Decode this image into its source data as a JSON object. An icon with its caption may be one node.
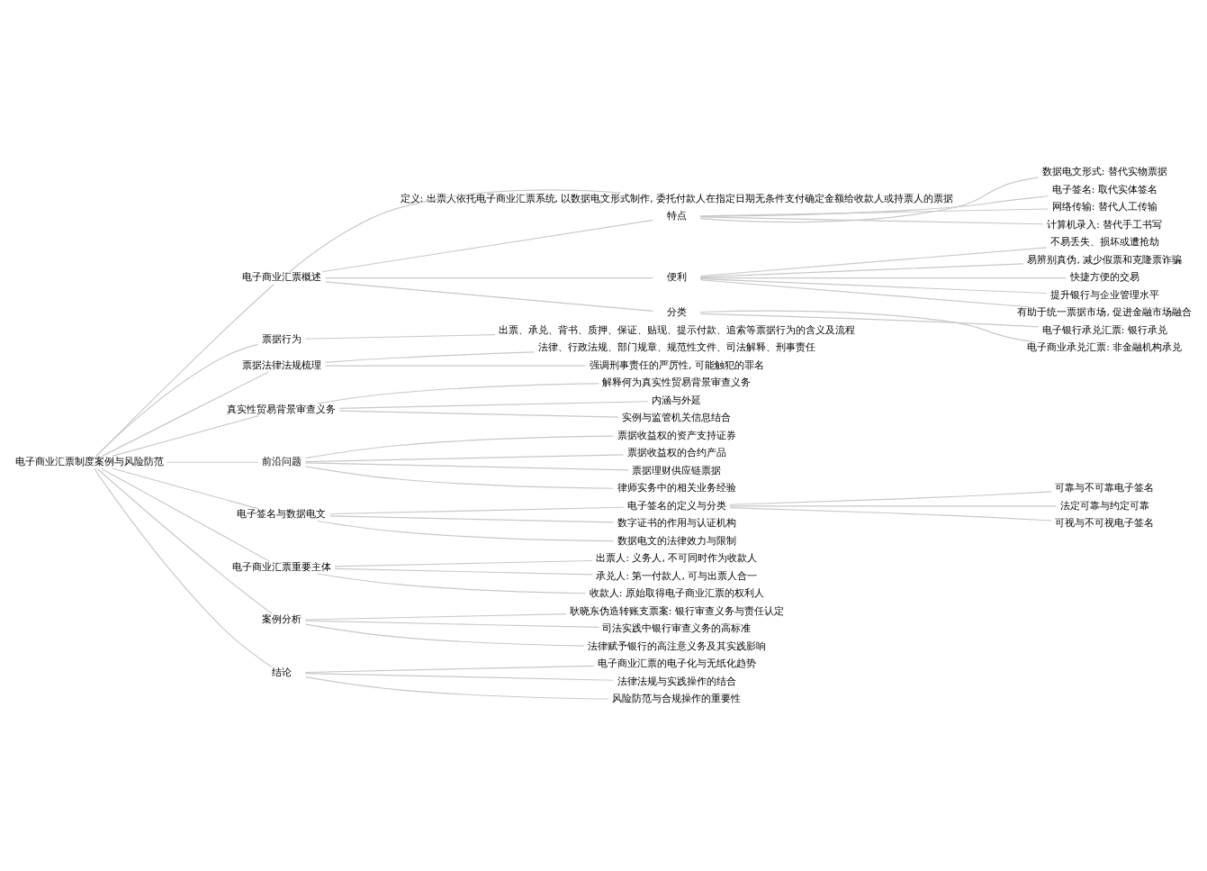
{
  "diagram": {
    "nodes": [
      {
        "text": [
          "电子商业汇票制度案例与风险防范"
        ]
      },
      {
        "text": [
          "电子商业汇票概述"
        ]
      },
      {
        "text": [
          "定义: 出票人依托电子商业汇票系统, 以数据电文形式制作, 委托付款人在指定日期无条件支付确定金额给收款人或持票人的票据"
        ]
      },
      {
        "text": [
          "特点"
        ]
      },
      {
        "text": [
          "数据电文形式: 替代实物票据"
        ]
      },
      {
        "text": [
          "电子签名: 取代实体签名"
        ]
      },
      {
        "text": [
          "网络传输: 替代人工传输"
        ]
      },
      {
        "text": [
          "计算机录入: 替代手工书写"
        ]
      },
      {
        "text": [
          "便利"
        ]
      },
      {
        "text": [
          "不易丢失、损坏或遭抢劫"
        ]
      },
      {
        "text": [
          "易辨别真伪, 减少假票和克隆票诈骗"
        ]
      },
      {
        "text": [
          "快捷方便的交易"
        ]
      },
      {
        "text": [
          "提升银行与企业管理水平"
        ]
      },
      {
        "text": [
          "有助于统一票据市场, 促进金融市场融合"
        ]
      },
      {
        "text": [
          "分类"
        ]
      },
      {
        "text": [
          "电子银行承兑汇票: 银行承兑"
        ]
      },
      {
        "text": [
          "电子商业承兑汇票: 非金融机构承兑"
        ]
      },
      {
        "text": [
          "票据行为"
        ]
      },
      {
        "text": [
          "出票、承兑、背书、质押、保证、贴现、提示付款、追索等票据行为的含义及流程"
        ]
      },
      {
        "text": [
          "票据法律法规梳理"
        ]
      },
      {
        "text": [
          "法律、行政法规、部门规章、规范性文件、司法解释、刑事责任"
        ]
      },
      {
        "text": [
          "强调刑事责任的严厉性, 可能触犯的罪名"
        ]
      },
      {
        "text": [
          "真实性贸易背景审查义务"
        ]
      },
      {
        "text": [
          "解释何为真实性贸易背景审查义务"
        ]
      },
      {
        "text": [
          "内涵与外延"
        ]
      },
      {
        "text": [
          "实例与监管机关信息结合"
        ]
      },
      {
        "text": [
          "前沿问题"
        ]
      },
      {
        "text": [
          "票据收益权的资产支持证券"
        ]
      },
      {
        "text": [
          "票据收益权的合约产品"
        ]
      },
      {
        "text": [
          "票据理财供应链票据"
        ]
      },
      {
        "text": [
          "律师实务中的相关业务经验"
        ]
      },
      {
        "text": [
          "电子签名与数据电文"
        ]
      },
      {
        "text": [
          "电子签名的定义与分类"
        ]
      },
      {
        "text": [
          "可靠与不可靠电子签名"
        ]
      },
      {
        "text": [
          "法定可靠与约定可靠"
        ]
      },
      {
        "text": [
          "可视与不可视电子签名"
        ]
      },
      {
        "text": [
          "数字证书的作用与认证机构"
        ]
      },
      {
        "text": [
          "数据电文的法律效力与限制"
        ]
      },
      {
        "text": [
          "电子商业汇票重要主体"
        ]
      },
      {
        "text": [
          "出票人: 义务人, 不可同时作为收款人"
        ]
      },
      {
        "text": [
          "承兑人: 第一付款人, 可与出票人合一"
        ]
      },
      {
        "text": [
          "收款人: 原始取得电子商业汇票的权利人"
        ]
      },
      {
        "text": [
          "案例分析"
        ]
      },
      {
        "text": [
          "耿晓东伪造转账支票案: 银行审查义务与责任认定"
        ]
      },
      {
        "text": [
          "司法实践中银行审查义务的高标准"
        ]
      },
      {
        "text": [
          "法律赋予银行的高注意义务及其实践影响"
        ]
      },
      {
        "text": [
          "结论"
        ]
      },
      {
        "text": [
          "电子商业汇票的电子化与无纸化趋势"
        ]
      },
      {
        "text": [
          "法律法规与实践操作的结合"
        ]
      },
      {
        "text": [
          "风险防范与合规操作的重要性"
        ]
      }
    ],
    "edges": [
      {
        "from": 0,
        "to": 1,
        "arrow": "none"
      },
      {
        "from": 1,
        "to": 2,
        "arrow": "none"
      },
      {
        "from": 1,
        "to": 3,
        "arrow": "none"
      },
      {
        "from": 3,
        "to": 4,
        "arrow": "none"
      },
      {
        "from": 3,
        "to": 5,
        "arrow": "none"
      },
      {
        "from": 3,
        "to": 6,
        "arrow": "none"
      },
      {
        "from": 3,
        "to": 7,
        "arrow": "none"
      },
      {
        "from": 1,
        "to": 8,
        "arrow": "none"
      },
      {
        "from": 8,
        "to": 9,
        "arrow": "none"
      },
      {
        "from": 8,
        "to": 10,
        "arrow": "none"
      },
      {
        "from": 8,
        "to": 11,
        "arrow": "none"
      },
      {
        "from": 8,
        "to": 12,
        "arrow": "none"
      },
      {
        "from": 8,
        "to": 13,
        "arrow": "none"
      },
      {
        "from": 1,
        "to": 14,
        "arrow": "none"
      },
      {
        "from": 14,
        "to": 15,
        "arrow": "none"
      },
      {
        "from": 14,
        "to": 16,
        "arrow": "none"
      },
      {
        "from": 0,
        "to": 17,
        "arrow": "none"
      },
      {
        "from": 17,
        "to": 18,
        "arrow": "none"
      },
      {
        "from": 0,
        "to": 19,
        "arrow": "none"
      },
      {
        "from": 19,
        "to": 20,
        "arrow": "none"
      },
      {
        "from": 19,
        "to": 21,
        "arrow": "none"
      },
      {
        "from": 0,
        "to": 22,
        "arrow": "none"
      },
      {
        "from": 22,
        "to": 23,
        "arrow": "none"
      },
      {
        "from": 22,
        "to": 24,
        "arrow": "none"
      },
      {
        "from": 22,
        "to": 25,
        "arrow": "none"
      },
      {
        "from": 0,
        "to": 26,
        "arrow": "none"
      },
      {
        "from": 26,
        "to": 27,
        "arrow": "none"
      },
      {
        "from": 26,
        "to": 28,
        "arrow": "none"
      },
      {
        "from": 26,
        "to": 29,
        "arrow": "none"
      },
      {
        "from": 26,
        "to": 30,
        "arrow": "none"
      },
      {
        "from": 0,
        "to": 31,
        "arrow": "none"
      },
      {
        "from": 31,
        "to": 32,
        "arrow": "none"
      },
      {
        "from": 32,
        "to": 33,
        "arrow": "none"
      },
      {
        "from": 32,
        "to": 34,
        "arrow": "none"
      },
      {
        "from": 32,
        "to": 35,
        "arrow": "none"
      },
      {
        "from": 31,
        "to": 36,
        "arrow": "none"
      },
      {
        "from": 31,
        "to": 37,
        "arrow": "none"
      },
      {
        "from": 0,
        "to": 38,
        "arrow": "none"
      },
      {
        "from": 38,
        "to": 39,
        "arrow": "none"
      },
      {
        "from": 38,
        "to": 40,
        "arrow": "none"
      },
      {
        "from": 38,
        "to": 41,
        "arrow": "none"
      },
      {
        "from": 0,
        "to": 42,
        "arrow": "none"
      },
      {
        "from": 42,
        "to": 43,
        "arrow": "none"
      },
      {
        "from": 42,
        "to": 44,
        "arrow": "none"
      },
      {
        "from": 42,
        "to": 45,
        "arrow": "none"
      },
      {
        "from": 0,
        "to": 46,
        "arrow": "none"
      },
      {
        "from": 46,
        "to": 47,
        "arrow": "none"
      },
      {
        "from": 46,
        "to": 48,
        "arrow": "none"
      },
      {
        "from": 46,
        "to": 49,
        "arrow": "none"
      }
    ]
  }
}
